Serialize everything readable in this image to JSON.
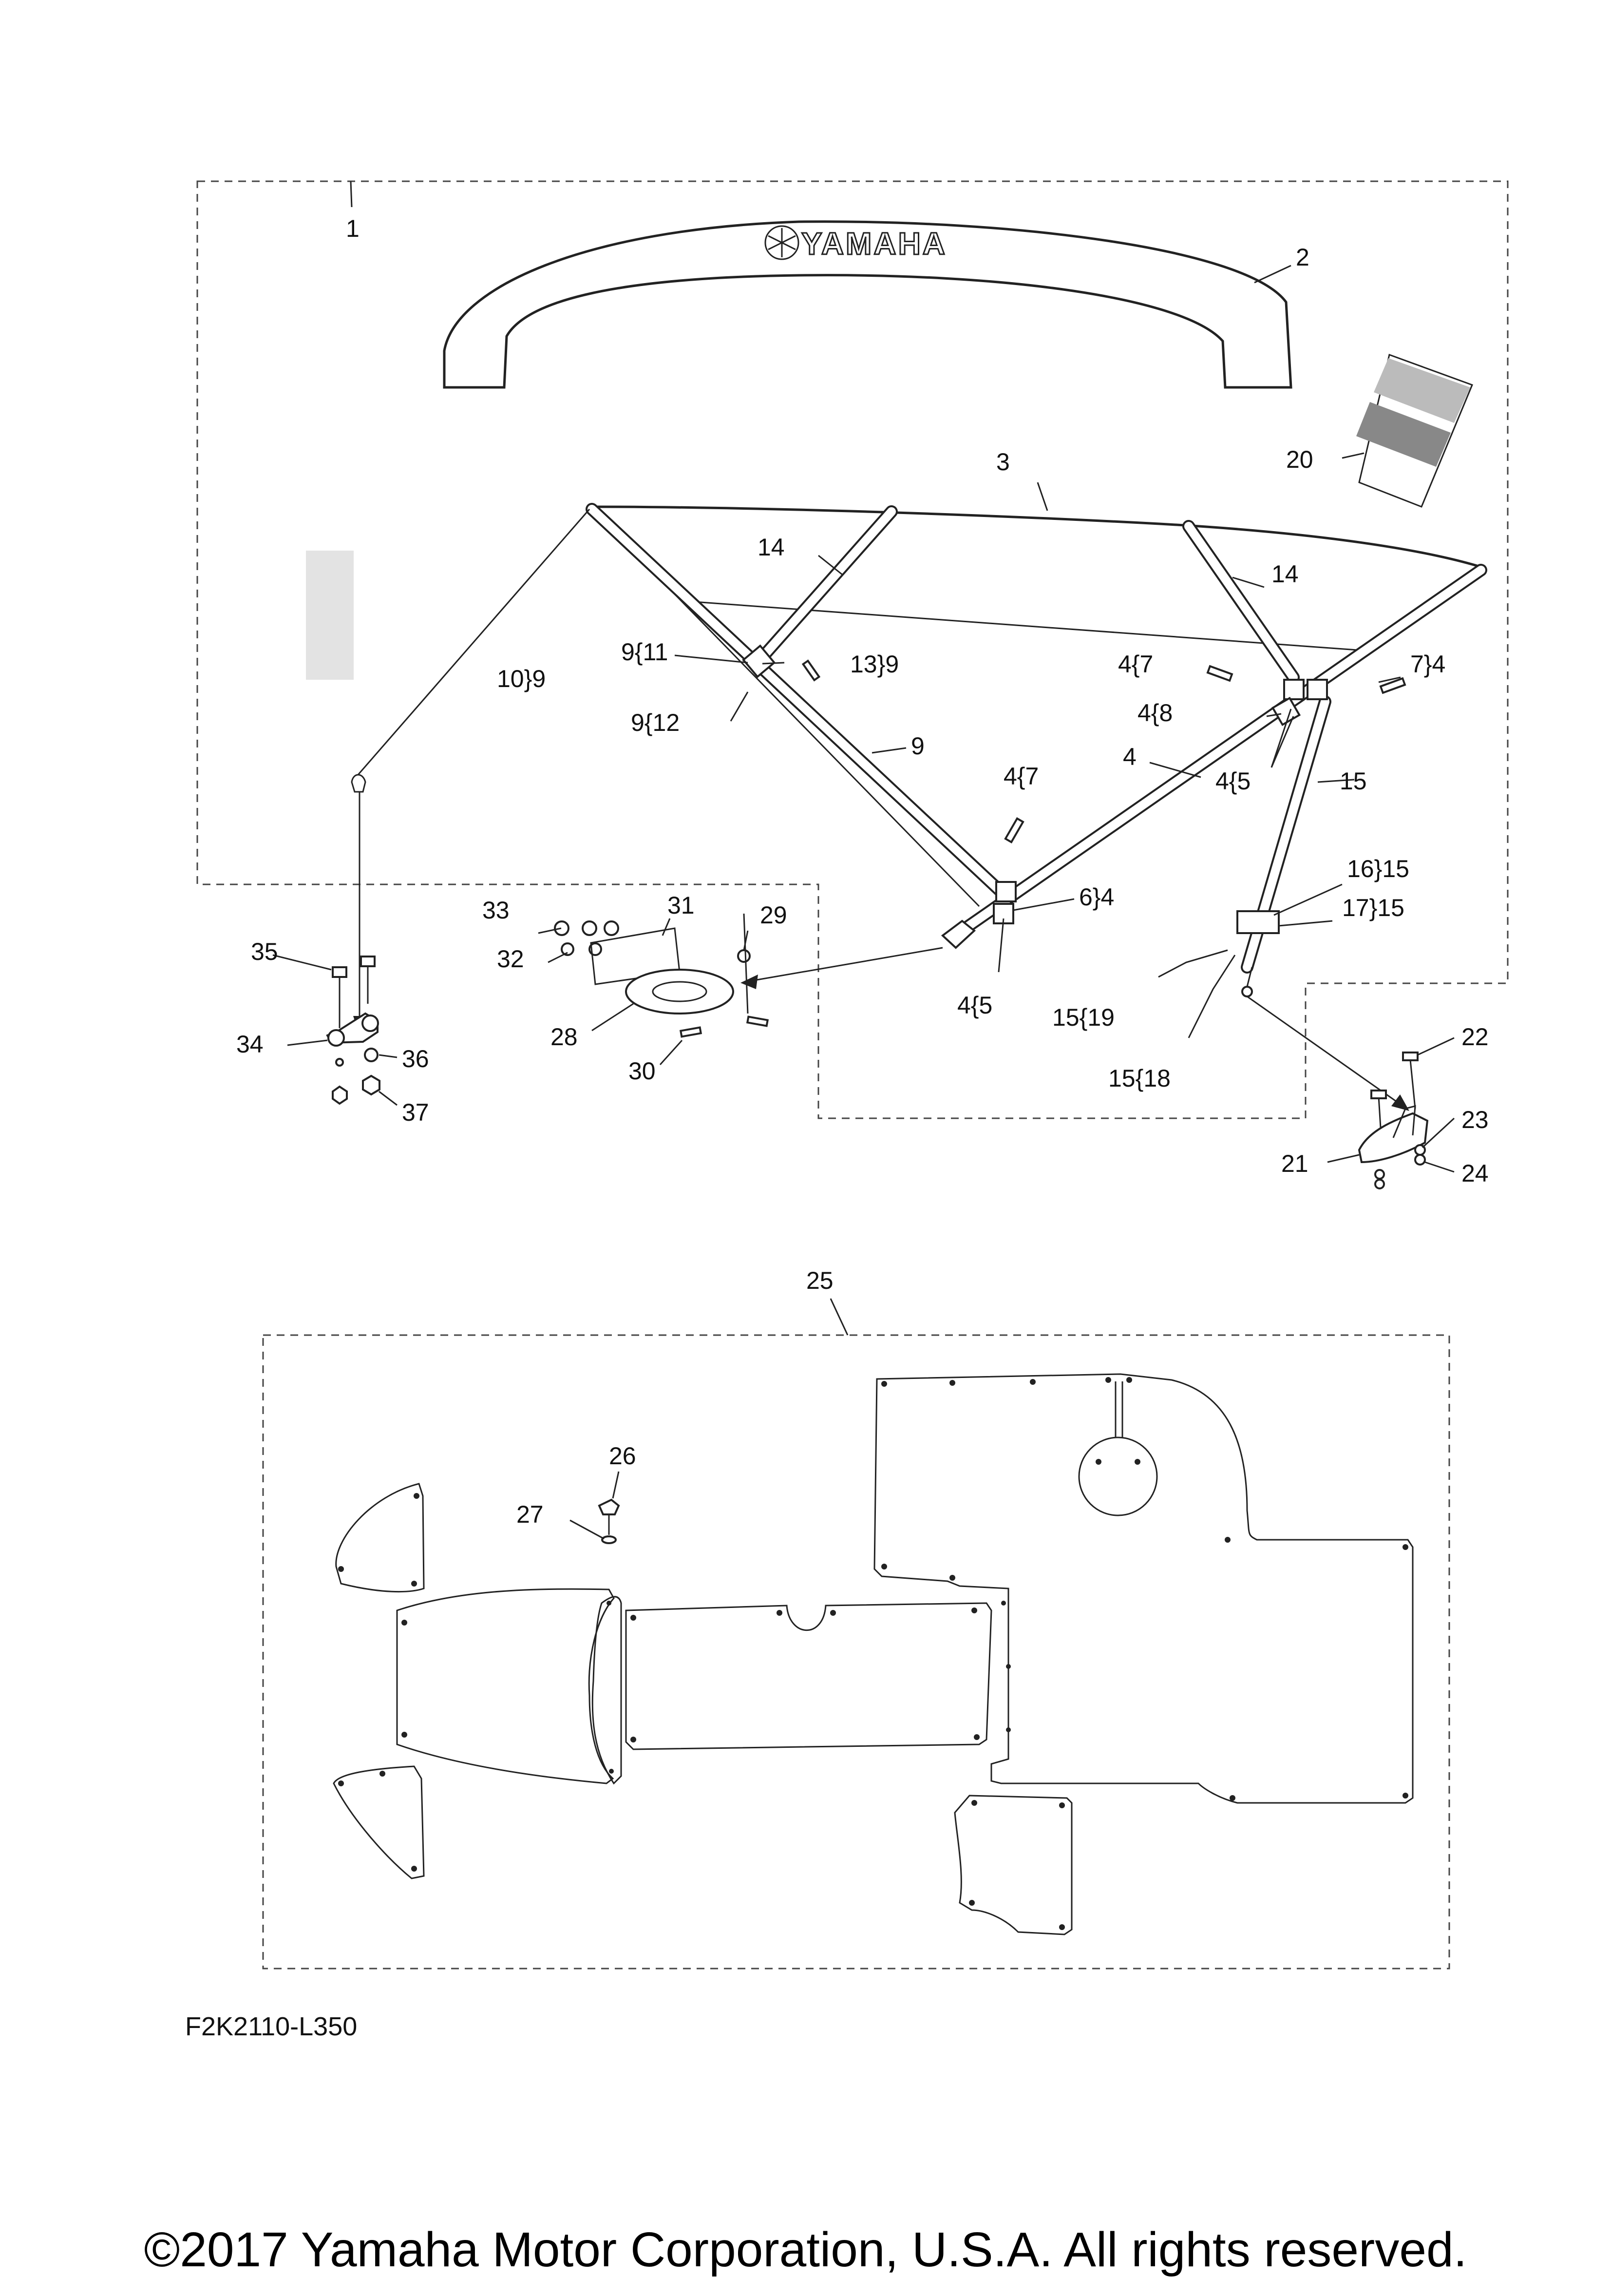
{
  "logo": {
    "brand": "YAMAHA"
  },
  "reference_code": "F2K2110-L350",
  "copyright": "©2017 Yamaha Motor Corporation, U.S.A. All rights reserved.",
  "callouts": [
    {
      "id": "c1",
      "label": "1"
    },
    {
      "id": "c2",
      "label": "2"
    },
    {
      "id": "c3",
      "label": "3"
    },
    {
      "id": "c14a",
      "label": "14"
    },
    {
      "id": "c14b",
      "label": "14"
    },
    {
      "id": "c20",
      "label": "20"
    },
    {
      "id": "c10",
      "label": "10}9"
    },
    {
      "id": "c9_11",
      "label": "9{11"
    },
    {
      "id": "c13",
      "label": "13}9"
    },
    {
      "id": "c9_12",
      "label": "9{12"
    },
    {
      "id": "c9",
      "label": "9"
    },
    {
      "id": "c4_7a",
      "label": "4{7"
    },
    {
      "id": "c7_4",
      "label": "7}4"
    },
    {
      "id": "c4_8",
      "label": "4{8"
    },
    {
      "id": "c4",
      "label": "4"
    },
    {
      "id": "c4_5a",
      "label": "4{5"
    },
    {
      "id": "c15",
      "label": "15"
    },
    {
      "id": "c4_7b",
      "label": "4{7"
    },
    {
      "id": "c6_4",
      "label": "6}4"
    },
    {
      "id": "c16_15",
      "label": "16}15"
    },
    {
      "id": "c17_15",
      "label": "17}15"
    },
    {
      "id": "c4_5b",
      "label": "4{5"
    },
    {
      "id": "c15_19",
      "label": "15{19"
    },
    {
      "id": "c15_18",
      "label": "15{18"
    },
    {
      "id": "c33",
      "label": "33"
    },
    {
      "id": "c31",
      "label": "31"
    },
    {
      "id": "c29",
      "label": "29"
    },
    {
      "id": "c32",
      "label": "32"
    },
    {
      "id": "c28",
      "label": "28"
    },
    {
      "id": "c30",
      "label": "30"
    },
    {
      "id": "c35",
      "label": "35"
    },
    {
      "id": "c34",
      "label": "34"
    },
    {
      "id": "c36",
      "label": "36"
    },
    {
      "id": "c37",
      "label": "37"
    },
    {
      "id": "c22",
      "label": "22"
    },
    {
      "id": "c23",
      "label": "23"
    },
    {
      "id": "c21",
      "label": "21"
    },
    {
      "id": "c24",
      "label": "24"
    },
    {
      "id": "c25",
      "label": "25"
    },
    {
      "id": "c26",
      "label": "26"
    },
    {
      "id": "c27",
      "label": "27"
    }
  ]
}
